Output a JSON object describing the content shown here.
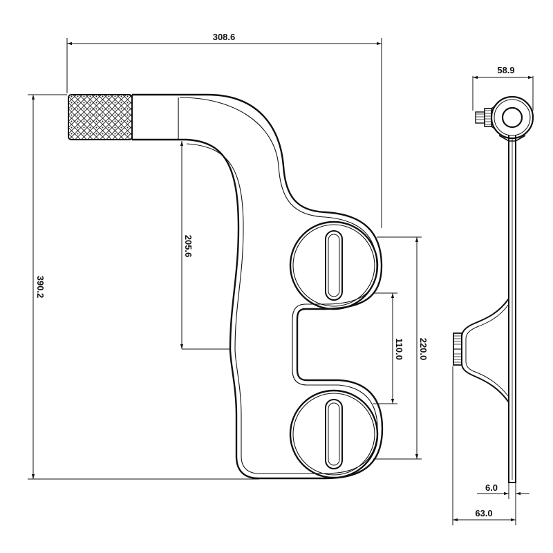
{
  "dimensions": {
    "overall_width": "308.6",
    "overall_height": "390.2",
    "arm_drop": "205.6",
    "knob_spacing": "110.0",
    "body_height": "220.0",
    "side_width": "58.9",
    "plate_thickness": "6.0",
    "side_depth": "63.0"
  }
}
